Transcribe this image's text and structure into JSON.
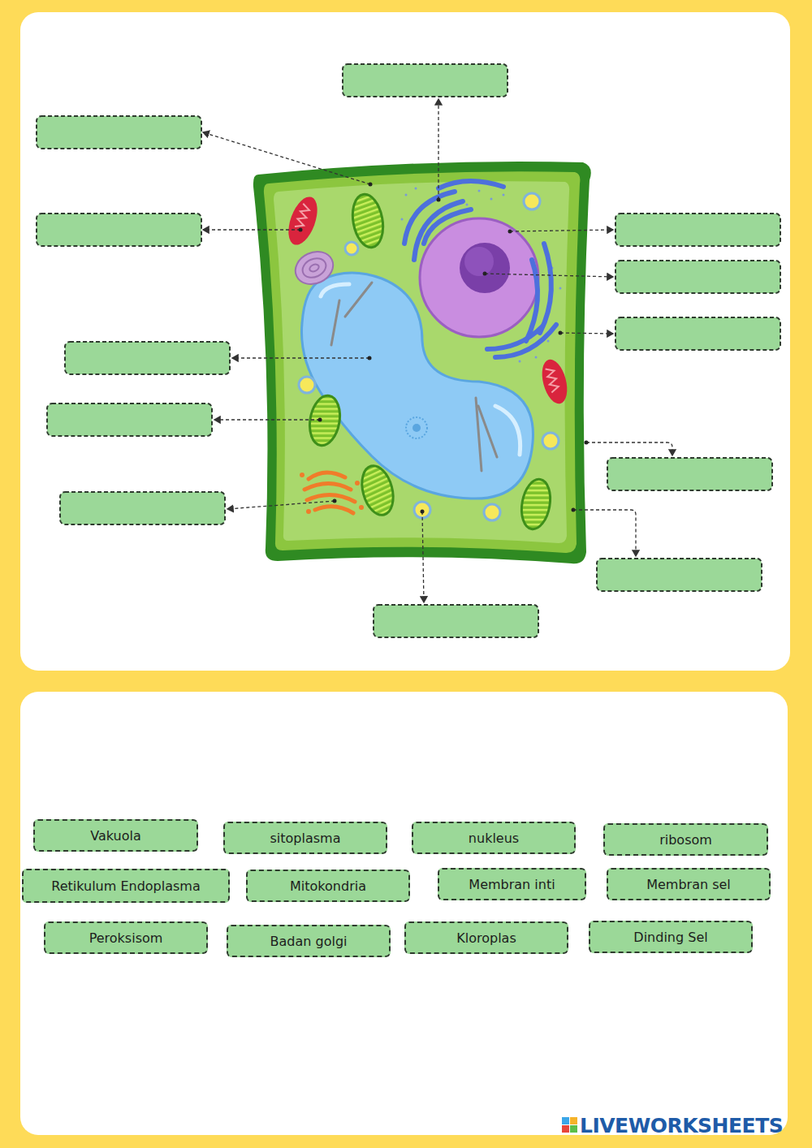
{
  "diagram": {
    "nodes": [
      {
        "text": [
          "Vakuola"
        ]
      },
      {
        "text": [
          "sitoplasma"
        ]
      },
      {
        "text": [
          "nukleus"
        ]
      },
      {
        "text": [
          "ribosom"
        ]
      },
      {
        "text": [
          "Retikulum Endoplasma"
        ]
      },
      {
        "text": [
          "Mitokondria"
        ]
      },
      {
        "text": [
          "Membran inti"
        ]
      },
      {
        "text": [
          "Membran sel"
        ]
      },
      {
        "text": [
          "Peroksisom"
        ]
      },
      {
        "text": [
          "Badan golgi"
        ]
      },
      {
        "text": [
          "Kloroplas"
        ]
      },
      {
        "text": [
          "Dinding Sel"
        ]
      }
    ],
    "labels": [
      "LIVEWORKSHEETS"
    ]
  }
}
